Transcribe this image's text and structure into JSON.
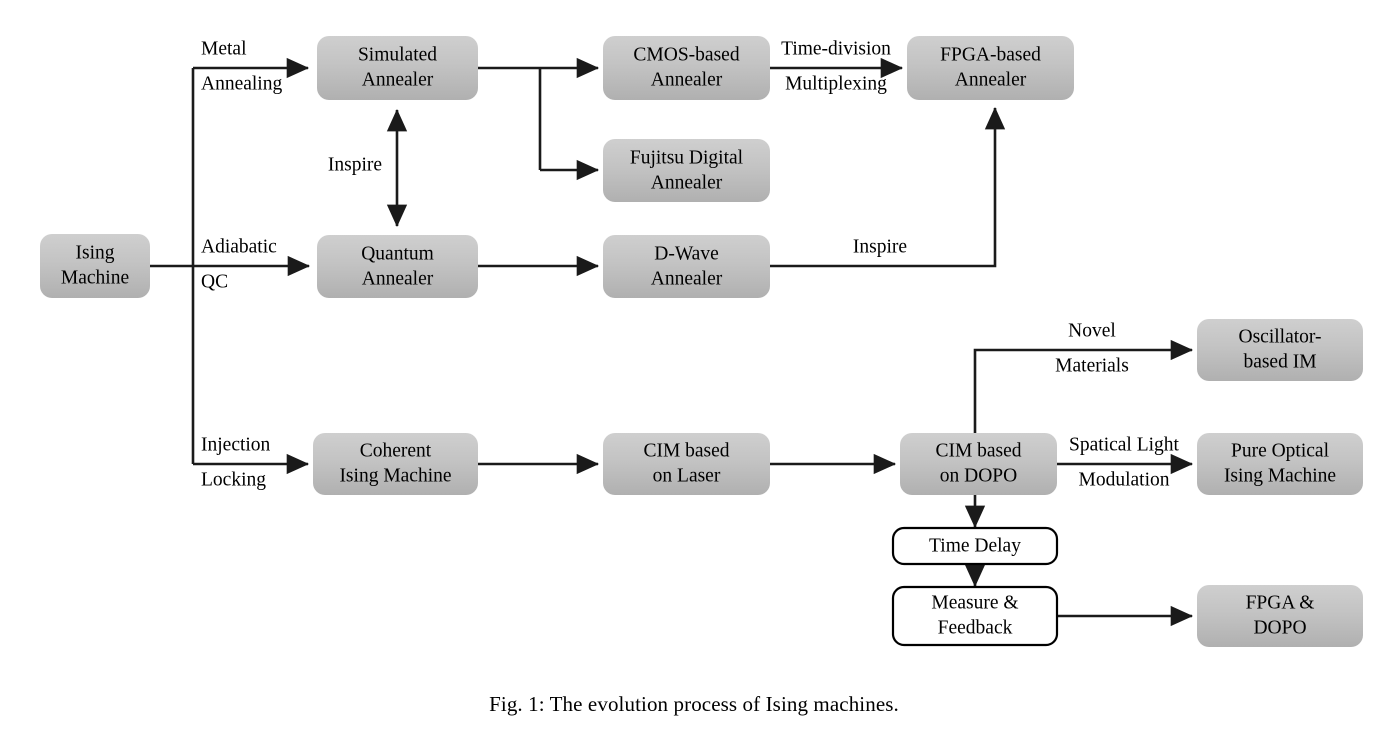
{
  "figure": {
    "caption": "Fig. 1: The evolution process of Ising machines.",
    "colors": {
      "box_fill_light": "#c6c6c6",
      "box_fill_dark": "#b2b2b2",
      "line": "#1a1a1a",
      "text": "#000000",
      "background": "#ffffff",
      "outlined_box_fill": "#ffffff"
    }
  },
  "nodes": {
    "ising_machine": {
      "line1": "Ising",
      "line2": "Machine",
      "style": "filled"
    },
    "simulated_annealer": {
      "line1": "Simulated",
      "line2": "Annealer",
      "style": "filled"
    },
    "quantum_annealer": {
      "line1": "Quantum",
      "line2": "Annealer",
      "style": "filled"
    },
    "cmos_annealer": {
      "line1": "CMOS-based",
      "line2": "Annealer",
      "style": "filled"
    },
    "fujitsu_annealer": {
      "line1": "Fujitsu Digital",
      "line2": "Annealer",
      "style": "filled"
    },
    "fpga_annealer": {
      "line1": "FPGA-based",
      "line2": "Annealer",
      "style": "filled"
    },
    "dwave_annealer": {
      "line1": "D-Wave",
      "line2": "Annealer",
      "style": "filled"
    },
    "coherent_ising_machine": {
      "line1": "Coherent",
      "line2": "Ising Machine",
      "style": "filled"
    },
    "cim_laser": {
      "line1": "CIM based",
      "line2": "on Laser",
      "style": "filled"
    },
    "cim_dopo": {
      "line1": "CIM based",
      "line2": "on DOPO",
      "style": "filled"
    },
    "oscillator_im": {
      "line1": "Oscillator-",
      "line2": "based IM",
      "style": "filled"
    },
    "pure_optical_im": {
      "line1": "Pure Optical",
      "line2": "Ising Machine",
      "style": "filled"
    },
    "time_delay": {
      "line1": "Time Delay",
      "line2": "",
      "style": "outlined"
    },
    "measure_feedback": {
      "line1": "Measure &",
      "line2": "Feedback",
      "style": "outlined"
    },
    "fpga_dopo": {
      "line1": "FPGA &",
      "line2": "DOPO",
      "style": "filled"
    }
  },
  "edge_labels": {
    "metal_annealing": {
      "line1": "Metal",
      "line2": "Annealing"
    },
    "adiabatic_qc": {
      "line1": "Adiabatic",
      "line2": "QC"
    },
    "injection_locking": {
      "line1": "Injection",
      "line2": "Locking"
    },
    "inspire_vertical": {
      "line1": "Inspire",
      "line2": ""
    },
    "time_division_multiplexing": {
      "line1": "Time-division",
      "line2": "Multiplexing"
    },
    "inspire_dwave_fpga": {
      "line1": "Inspire",
      "line2": ""
    },
    "novel_materials": {
      "line1": "Novel",
      "line2": "Materials"
    },
    "spatical_light_modulation": {
      "line1": "Spatical Light",
      "line2": "Modulation"
    }
  },
  "chart_data": {
    "type": "diagram",
    "title": "The evolution process of Ising machines",
    "node_order": [
      "Ising Machine",
      "Simulated Annealer",
      "Quantum Annealer",
      "Coherent Ising Machine",
      "CMOS-based Annealer",
      "Fujitsu Digital Annealer",
      "FPGA-based Annealer",
      "D-Wave Annealer",
      "CIM based on Laser",
      "CIM based on DOPO",
      "Oscillator-based IM",
      "Pure Optical Ising Machine",
      "Time Delay",
      "Measure & Feedback",
      "FPGA & DOPO"
    ],
    "edges": [
      {
        "from": "Ising Machine",
        "to": "Simulated Annealer",
        "label": "Metal Annealing",
        "arrow": "single"
      },
      {
        "from": "Ising Machine",
        "to": "Quantum Annealer",
        "label": "Adiabatic QC",
        "arrow": "single"
      },
      {
        "from": "Ising Machine",
        "to": "Coherent Ising Machine",
        "label": "Injection Locking",
        "arrow": "single"
      },
      {
        "from": "Simulated Annealer",
        "to": "Quantum Annealer",
        "label": "Inspire",
        "arrow": "double"
      },
      {
        "from": "Simulated Annealer",
        "to": "CMOS-based Annealer",
        "label": "",
        "arrow": "single"
      },
      {
        "from": "Simulated Annealer",
        "to": "Fujitsu Digital Annealer",
        "label": "",
        "arrow": "single"
      },
      {
        "from": "CMOS-based Annealer",
        "to": "FPGA-based Annealer",
        "label": "Time-division Multiplexing",
        "arrow": "single"
      },
      {
        "from": "Quantum Annealer",
        "to": "D-Wave Annealer",
        "label": "",
        "arrow": "single"
      },
      {
        "from": "D-Wave Annealer",
        "to": "FPGA-based Annealer",
        "label": "Inspire",
        "arrow": "single"
      },
      {
        "from": "Coherent Ising Machine",
        "to": "CIM based on Laser",
        "label": "",
        "arrow": "single"
      },
      {
        "from": "CIM based on Laser",
        "to": "CIM based on DOPO",
        "label": "",
        "arrow": "single"
      },
      {
        "from": "CIM based on DOPO",
        "to": "Oscillator-based IM",
        "label": "Novel Materials",
        "arrow": "single"
      },
      {
        "from": "CIM based on DOPO",
        "to": "Pure Optical Ising Machine",
        "label": "Spatical Light Modulation",
        "arrow": "single"
      },
      {
        "from": "CIM based on DOPO",
        "to": "Time Delay",
        "label": "",
        "arrow": "single"
      },
      {
        "from": "Time Delay",
        "to": "Measure & Feedback",
        "label": "",
        "arrow": "single"
      },
      {
        "from": "Measure & Feedback",
        "to": "FPGA & DOPO",
        "label": "",
        "arrow": "single"
      }
    ]
  }
}
